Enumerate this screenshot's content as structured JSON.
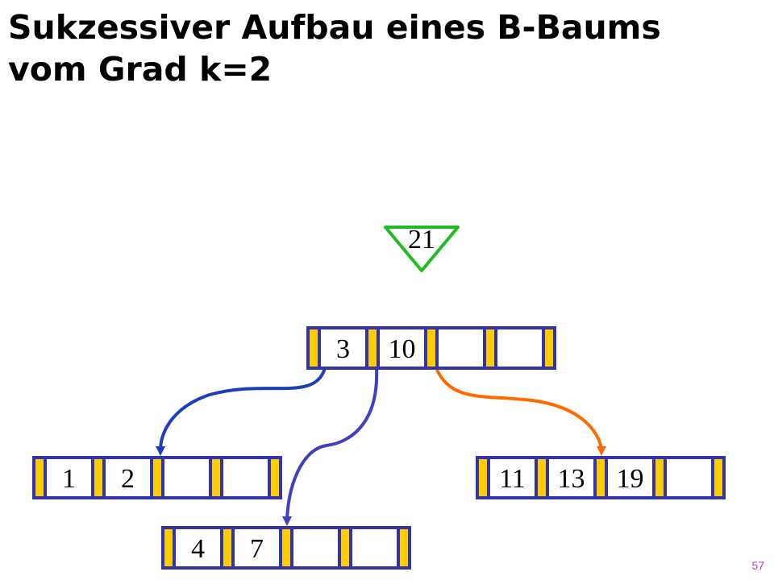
{
  "title_line1": "Sukzessiver Aufbau eines B-Baums",
  "title_line2": "vom Grad k=2",
  "page_number": "57",
  "insert_key": "21",
  "colors": {
    "pointer_slot": "#ffcc00",
    "node_border": "#3333aa",
    "insert_marker": "#22bb22",
    "edge_blue": "#1a3fb8",
    "edge_purple": "#4040c0",
    "edge_orange": "#ff6a00"
  },
  "tree": {
    "root": {
      "keys": [
        "3",
        "10",
        "",
        ""
      ]
    },
    "children": [
      {
        "name": "leaf-1",
        "keys": [
          "1",
          "2",
          "",
          ""
        ]
      },
      {
        "name": "leaf-2",
        "keys": [
          "4",
          "7",
          "",
          ""
        ]
      },
      {
        "name": "leaf-3",
        "keys": [
          "11",
          "13",
          "19",
          ""
        ]
      }
    ]
  }
}
